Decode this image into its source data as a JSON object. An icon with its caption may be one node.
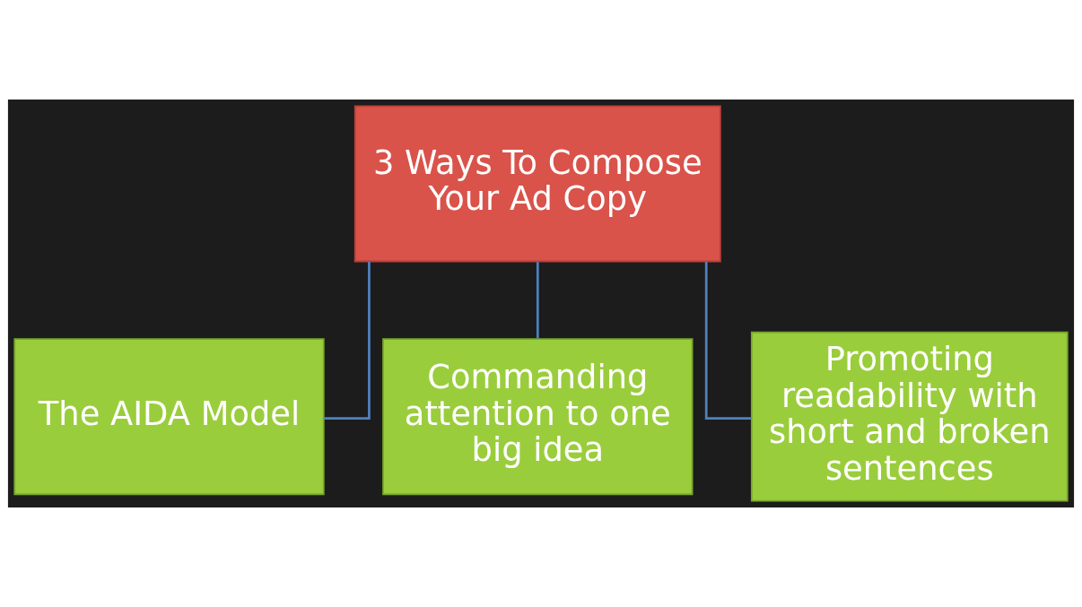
{
  "diagram": {
    "nodes": [
      {
        "text": [
          "3 Ways To Compose Your Ad Copy"
        ]
      },
      {
        "text": [
          "The AIDA Model"
        ]
      },
      {
        "text": [
          "Commanding attention to one big idea"
        ]
      },
      {
        "text": [
          "Promoting readability with short and broken sentences"
        ]
      }
    ],
    "edges": [
      {
        "from": 0,
        "to": 1,
        "arrow": "none"
      },
      {
        "from": 0,
        "to": 2,
        "arrow": "none"
      },
      {
        "from": 0,
        "to": 3,
        "arrow": "none"
      }
    ]
  }
}
